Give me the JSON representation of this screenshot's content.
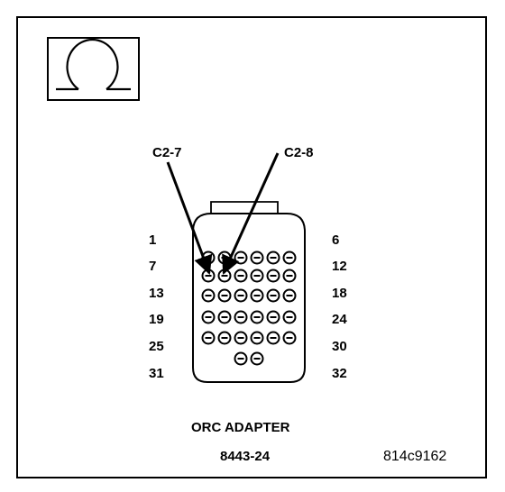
{
  "meter_symbol": "ohm-icon",
  "callouts": {
    "left": "C2-7",
    "right": "C2-8"
  },
  "pin_labels": {
    "left": [
      "1",
      "7",
      "13",
      "19",
      "25",
      "31"
    ],
    "right": [
      "6",
      "12",
      "18",
      "24",
      "30",
      "32"
    ]
  },
  "caption": {
    "title": "ORC ADAPTER",
    "part_number": "8443-24",
    "figure_id": "814c9162"
  }
}
